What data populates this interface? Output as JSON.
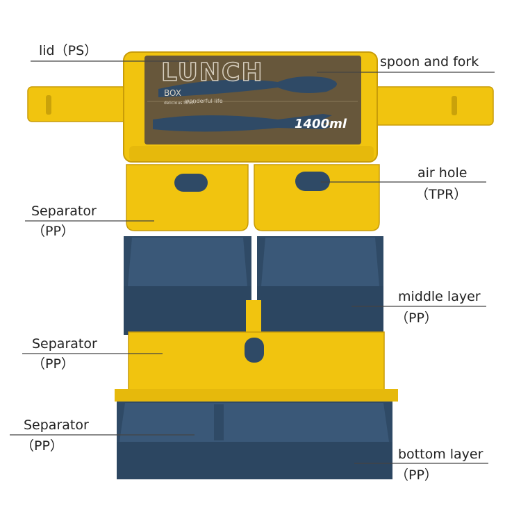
{
  "labels": {
    "lid": "lid（PS）",
    "spoon_fork": "spoon and fork",
    "air_hole": "air hole",
    "air_hole_material": "（TPR）",
    "separator_top": "Separator",
    "separator_top_material": "（PP）",
    "middle_layer": "middle layer",
    "middle_layer_material": "（PP）",
    "separator_middle": "Separator",
    "separator_middle_material": "（PP）",
    "separator_bottom": "Separator",
    "separator_bottom_material": "（PP）",
    "bottom_layer": "bottom layer",
    "bottom_layer_material": "（PP）"
  },
  "product": {
    "lid_brand": "LUNCH",
    "lid_sub": "BOX",
    "lid_small_text": "delicious lunch",
    "lid_tagline": "wonderful life",
    "capacity": "1400ml"
  },
  "colors": {
    "yellow": "#f1c40f",
    "yellow_dark": "#d4a90a",
    "navy": "#2f4a66",
    "navy_dark": "#22384f",
    "lid_window": "#6b5b3a"
  }
}
